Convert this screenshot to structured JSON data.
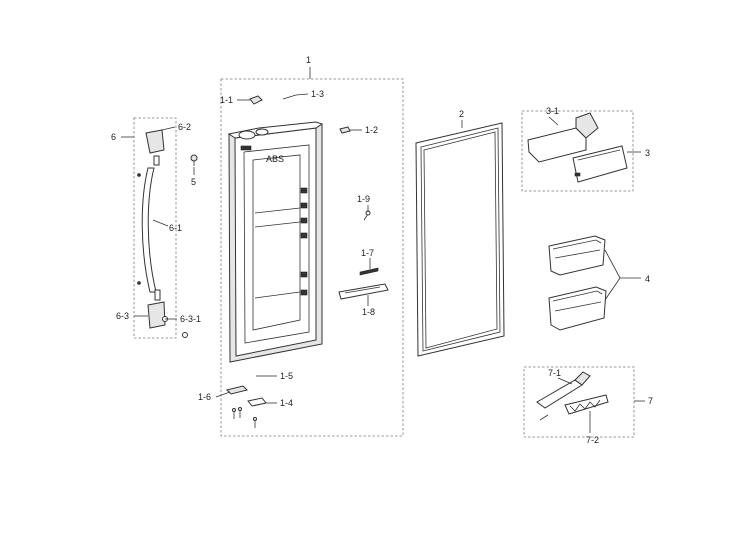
{
  "callouts": {
    "c1": "1",
    "c1_1": "1-1",
    "c1_2": "1-2",
    "c1_3": "1-3",
    "c1_4": "1-4",
    "c1_5": "1-5",
    "c1_6": "1-6",
    "c1_7": "1-7",
    "c1_8": "1-8",
    "c1_9": "1-9",
    "c2": "2",
    "c3": "3",
    "c3_1": "3-1",
    "c4": "4",
    "c5": "5",
    "c6": "6",
    "c6_1": "6-1",
    "c6_2": "6-2",
    "c6_3": "6-3",
    "c6_3_1": "6-3-1",
    "c7": "7",
    "c7_1": "7-1",
    "c7_2": "7-2"
  },
  "colors": {
    "line": "#333333",
    "box": "#7a7a7a",
    "panel_fill": "#e6e6e6"
  }
}
